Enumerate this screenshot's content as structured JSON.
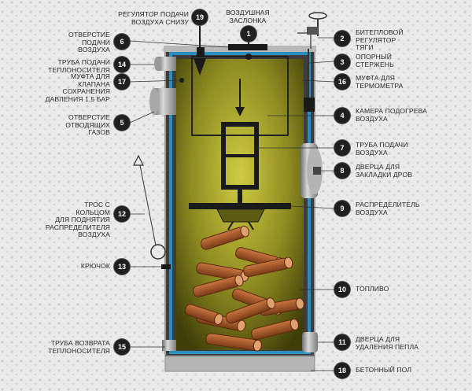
{
  "callouts": [
    {
      "num": "1",
      "text": "Воздушная\nзаслонка"
    },
    {
      "num": "2",
      "text": "Битепловой\nрегулятор\nтяги"
    },
    {
      "num": "3",
      "text": "Опорный\nстержень"
    },
    {
      "num": "4",
      "text": "Камера подогрева\nвоздуха"
    },
    {
      "num": "5",
      "text": "Отверстие\nотводящих\nгазов"
    },
    {
      "num": "6",
      "text": "Отверстие\nподачи\nвоздуха"
    },
    {
      "num": "7",
      "text": "Труба подачи\nвоздуха"
    },
    {
      "num": "8",
      "text": "Дверца для\nзакладки дров"
    },
    {
      "num": "9",
      "text": "Распределитель\nвоздуха"
    },
    {
      "num": "10",
      "text": "Топливо"
    },
    {
      "num": "11",
      "text": "Дверца для\nудаления пепла"
    },
    {
      "num": "12",
      "text": "Трос с\nкольцом\nдля поднятия\nраспределителя\nвоздуха"
    },
    {
      "num": "13",
      "text": "Крючок"
    },
    {
      "num": "14",
      "text": "Труба подачи\nтеплоносителя"
    },
    {
      "num": "15",
      "text": "Труба возврата\nтеплоносителя"
    },
    {
      "num": "16",
      "text": "Муфта для\nтермометра"
    },
    {
      "num": "17",
      "text": "Муфта для\nклапана\nсохранения\nдавления 1,5 бар"
    },
    {
      "num": "18",
      "text": "Бетонный пол"
    },
    {
      "num": "19",
      "text": "Регулятор подачи\nвоздуха снизу"
    }
  ],
  "colors": {
    "chamber": "#6b6a10",
    "chamber_glow": "#c9c63a",
    "water_jacket": "#2a8fbf",
    "casing": "#8a8a8a",
    "badge": "#1f1f1f",
    "wood": "#a0522d"
  }
}
